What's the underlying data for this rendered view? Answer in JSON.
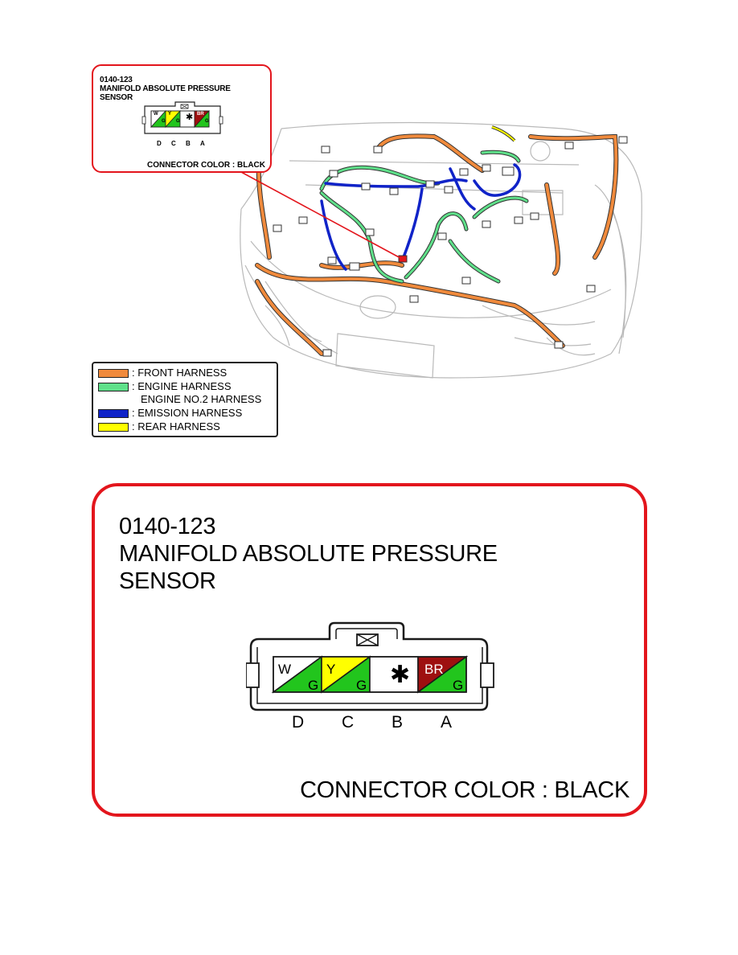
{
  "connector": {
    "code": "0140-123",
    "name_line1": "MANIFOLD ABSOLUTE PRESSURE",
    "name_line2": "SENSOR",
    "connector_color_text": "CONNECTOR COLOR : BLACK",
    "small_name_line1": "MANIFOLD ABSOLUTE PRESSURE",
    "small_name_line2": "SENSOR",
    "pins": [
      {
        "label": "D",
        "top_wire": "W",
        "bottom_wire": "G",
        "top_color": "#ffffff",
        "bottom_color": "#22c51d"
      },
      {
        "label": "C",
        "top_wire": "Y",
        "bottom_wire": "G",
        "top_color": "#ffff00",
        "bottom_color": "#22c51d"
      },
      {
        "label": "B",
        "symbol": "✱"
      },
      {
        "label": "A",
        "top_wire": "BR",
        "bottom_wire": "G",
        "top_color": "#9e1010",
        "bottom_color": "#22c51d"
      }
    ]
  },
  "legend": {
    "items": [
      {
        "text": ": FRONT HARNESS",
        "color": "#f08a3c"
      },
      {
        "text": ": ENGINE HARNESS",
        "color": "#5fe08a"
      },
      {
        "text": "ENGINE NO.2 HARNESS",
        "color": ""
      },
      {
        "text": ": EMISSION HARNESS",
        "color": "#1023c8"
      },
      {
        "text": ": REAR HARNESS",
        "color": "#ffff00"
      }
    ]
  },
  "colors": {
    "callout_border": "#e3151c",
    "front_harness": "#f08a3c",
    "engine_harness": "#5fe08a",
    "emission_harness": "#1023c8",
    "rear_harness": "#ffff00"
  }
}
